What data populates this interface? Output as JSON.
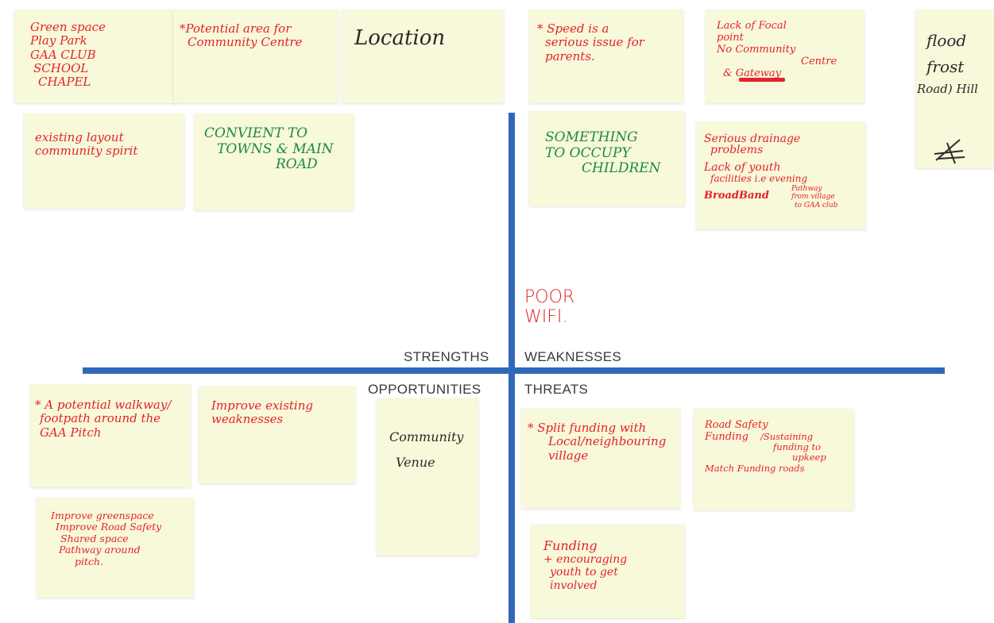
{
  "quadrants": {
    "strengths": "STRENGTHS",
    "weaknesses": "WEAKNESSES",
    "opportunities": "OPPORTUNITIES",
    "threats": "THREATS"
  },
  "notes": {
    "n1": [
      "Green space",
      "Play Park",
      "GAA CLUB",
      "SCHOOL",
      "CHAPEL"
    ],
    "n2": [
      "*Potential area for",
      "Community Centre"
    ],
    "n3": [
      "Location"
    ],
    "n4": [
      "existing layout",
      "community spirit"
    ],
    "n5": [
      "CONVIENT TO",
      "TOWNS & MAIN",
      "ROAD"
    ],
    "n6": [
      "* Speed is a",
      "serious issue for",
      "parents."
    ],
    "n7": [
      "Lack of Focal",
      "point",
      "No Community",
      "Centre",
      "& Gateway"
    ],
    "n8": [
      "flood",
      "frost",
      "Road) Hill"
    ],
    "n9": [
      "SOMETHING",
      "TO OCCUPY",
      "CHILDREN"
    ],
    "n10": [
      "Serious drainage",
      "problems",
      "Lack of youth",
      "facilities i.e evening",
      "BroadBand",
      "Pathway",
      "from village",
      "to GAA club"
    ],
    "poor_wifi": [
      "POOR",
      "WIFI."
    ],
    "n11": [
      "* A potential walkway/",
      "footpath around the",
      "GAA Pitch"
    ],
    "n12": [
      "Improve existing",
      "weaknesses"
    ],
    "n13": [
      "Community",
      "Venue"
    ],
    "n14": [
      "Improve greenspace",
      "Improve Road Safety",
      "Shared space",
      "Pathway around",
      "pitch."
    ],
    "n15": [
      "* Split funding with",
      "Local/neighbouring",
      "village"
    ],
    "n16": [
      "Road Safety",
      "Funding",
      "/Sustaining",
      "funding to",
      "upkeep",
      "Match Funding roads"
    ],
    "n17": [
      "Funding",
      "+ encouraging",
      "youth to get",
      "involved"
    ]
  },
  "colors": {
    "axis": "#2f68b8",
    "sticky_note": "#f8f8da",
    "red_ink": "#e4232a",
    "green_ink": "#1b8a44",
    "black_ink": "#2a2a2a"
  }
}
